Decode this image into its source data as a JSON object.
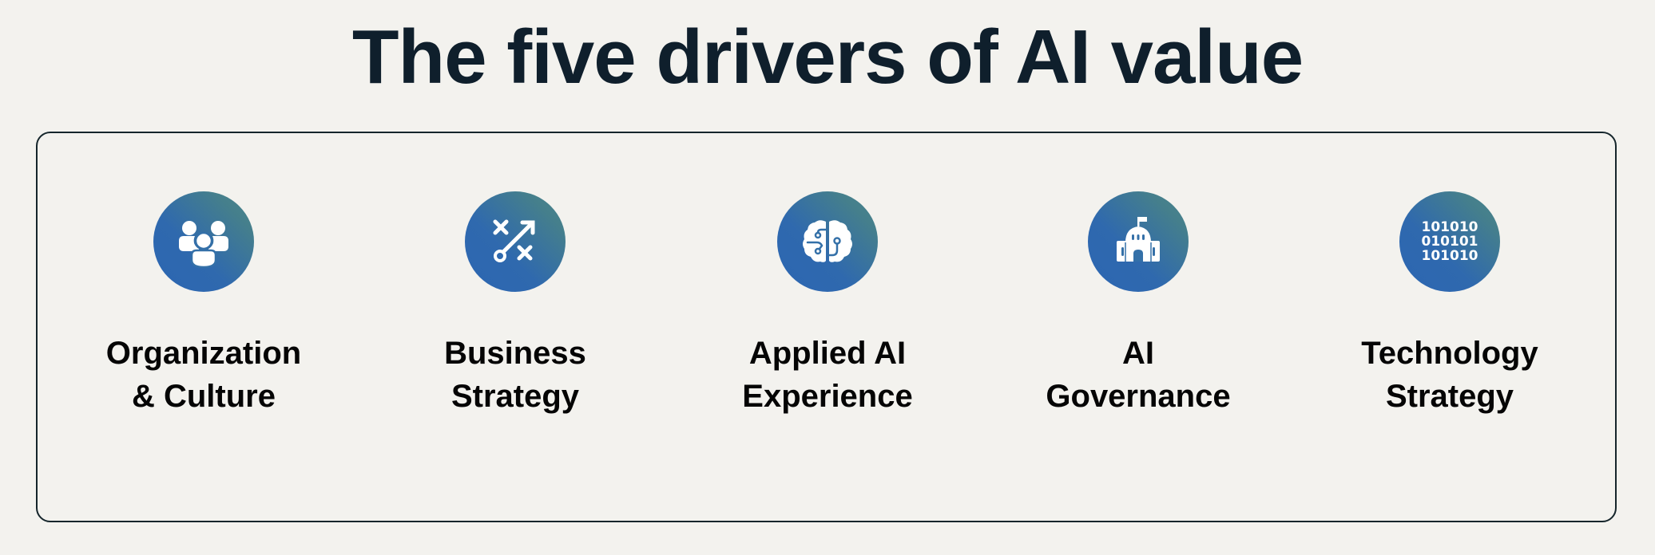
{
  "title": "The five drivers of AI value",
  "colors": {
    "title": "#0f1f2c",
    "circle_gradient_start": "#2c66b2",
    "circle_gradient_end": "#4a868a",
    "frame_border": "#15252b",
    "background": "#f3f2ee"
  },
  "drivers": [
    {
      "icon": "people-group-icon",
      "label_line1": "Organization",
      "label_line2": "& Culture"
    },
    {
      "icon": "strategy-play-icon",
      "label_line1": "Business",
      "label_line2": "Strategy"
    },
    {
      "icon": "circuit-brain-icon",
      "label_line1": "Applied AI",
      "label_line2": "Experience"
    },
    {
      "icon": "government-building-icon",
      "label_line1": "AI",
      "label_line2": "Governance"
    },
    {
      "icon": "binary-code-icon",
      "label_line1": "Technology",
      "label_line2": "Strategy",
      "binary_text": "101010\n010101\n101010"
    }
  ]
}
